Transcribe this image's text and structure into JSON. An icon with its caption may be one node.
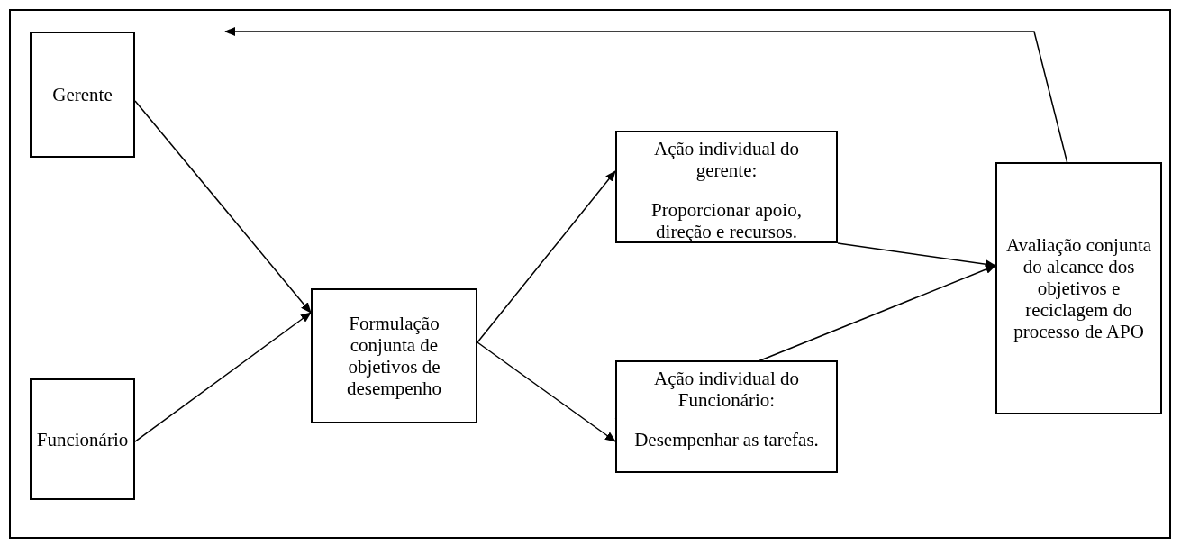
{
  "diagram": {
    "nodes": [
      {
        "text": [
          "Gerente"
        ]
      },
      {
        "text": [
          "Funcionário"
        ]
      },
      {
        "text": [
          "Formulação conjunta de objetivos de desempenho"
        ]
      },
      {
        "text": [
          "Ação individual do gerente:",
          "Proporcionar apoio, direção e recursos."
        ]
      },
      {
        "text": [
          "Ação individual do Funcionário:",
          "Desempenhar as tarefas."
        ]
      },
      {
        "text": [
          "Avaliação conjunta do alcance dos objetivos e reciclagem do processo de APO"
        ]
      }
    ],
    "edges": [
      {
        "from": 0,
        "to": 2,
        "arrow": "to"
      },
      {
        "from": 1,
        "to": 2,
        "arrow": "to"
      },
      {
        "from": 2,
        "to": 3,
        "arrow": "to"
      },
      {
        "from": 2,
        "to": 4,
        "arrow": "to"
      },
      {
        "from": 3,
        "to": 5,
        "arrow": "to"
      },
      {
        "from": 4,
        "to": 5,
        "arrow": "to"
      },
      {
        "from": 5,
        "to": null,
        "arrow": "to"
      }
    ]
  }
}
